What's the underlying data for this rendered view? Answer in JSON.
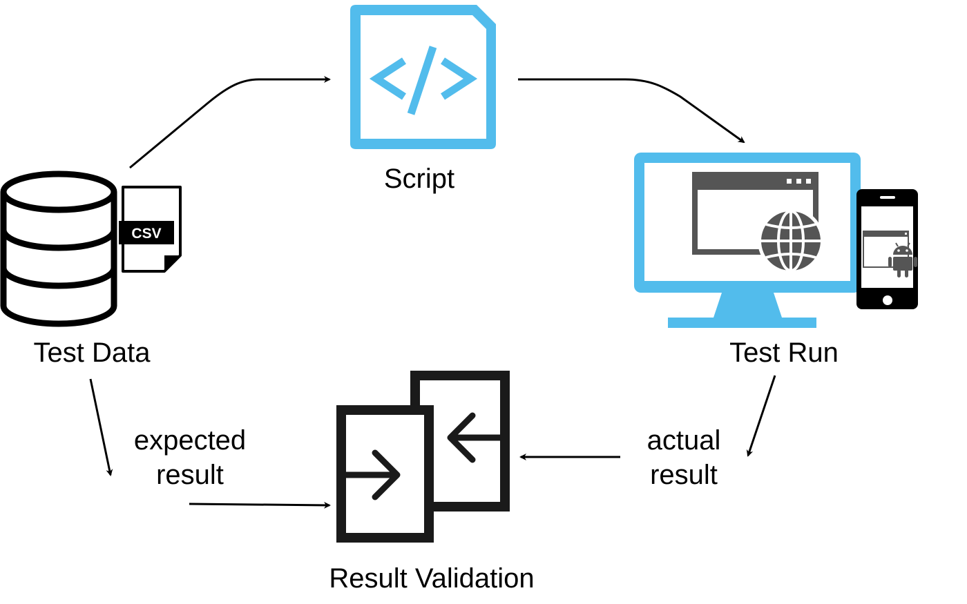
{
  "diagram": {
    "nodes": {
      "test_data": {
        "label": "Test Data",
        "badge": "CSV"
      },
      "script": {
        "label": "Script"
      },
      "test_run": {
        "label": "Test Run"
      },
      "result_validation": {
        "label": "Result Validation"
      }
    },
    "edges": {
      "expected": {
        "line1": "expected",
        "line2": "result"
      },
      "actual": {
        "line1": "actual",
        "line2": "result"
      }
    },
    "colors": {
      "accent": "#52bcec",
      "dark": "#000000",
      "device_gray": "#555555",
      "line": "#000000"
    },
    "icons": {
      "test_data": [
        "database-icon",
        "csv-file-icon"
      ],
      "script": "code-file-icon",
      "test_run": [
        "monitor-icon",
        "browser-window-icon",
        "globe-icon",
        "smartphone-icon",
        "android-icon"
      ],
      "result_validation": "compare-documents-icon"
    }
  }
}
